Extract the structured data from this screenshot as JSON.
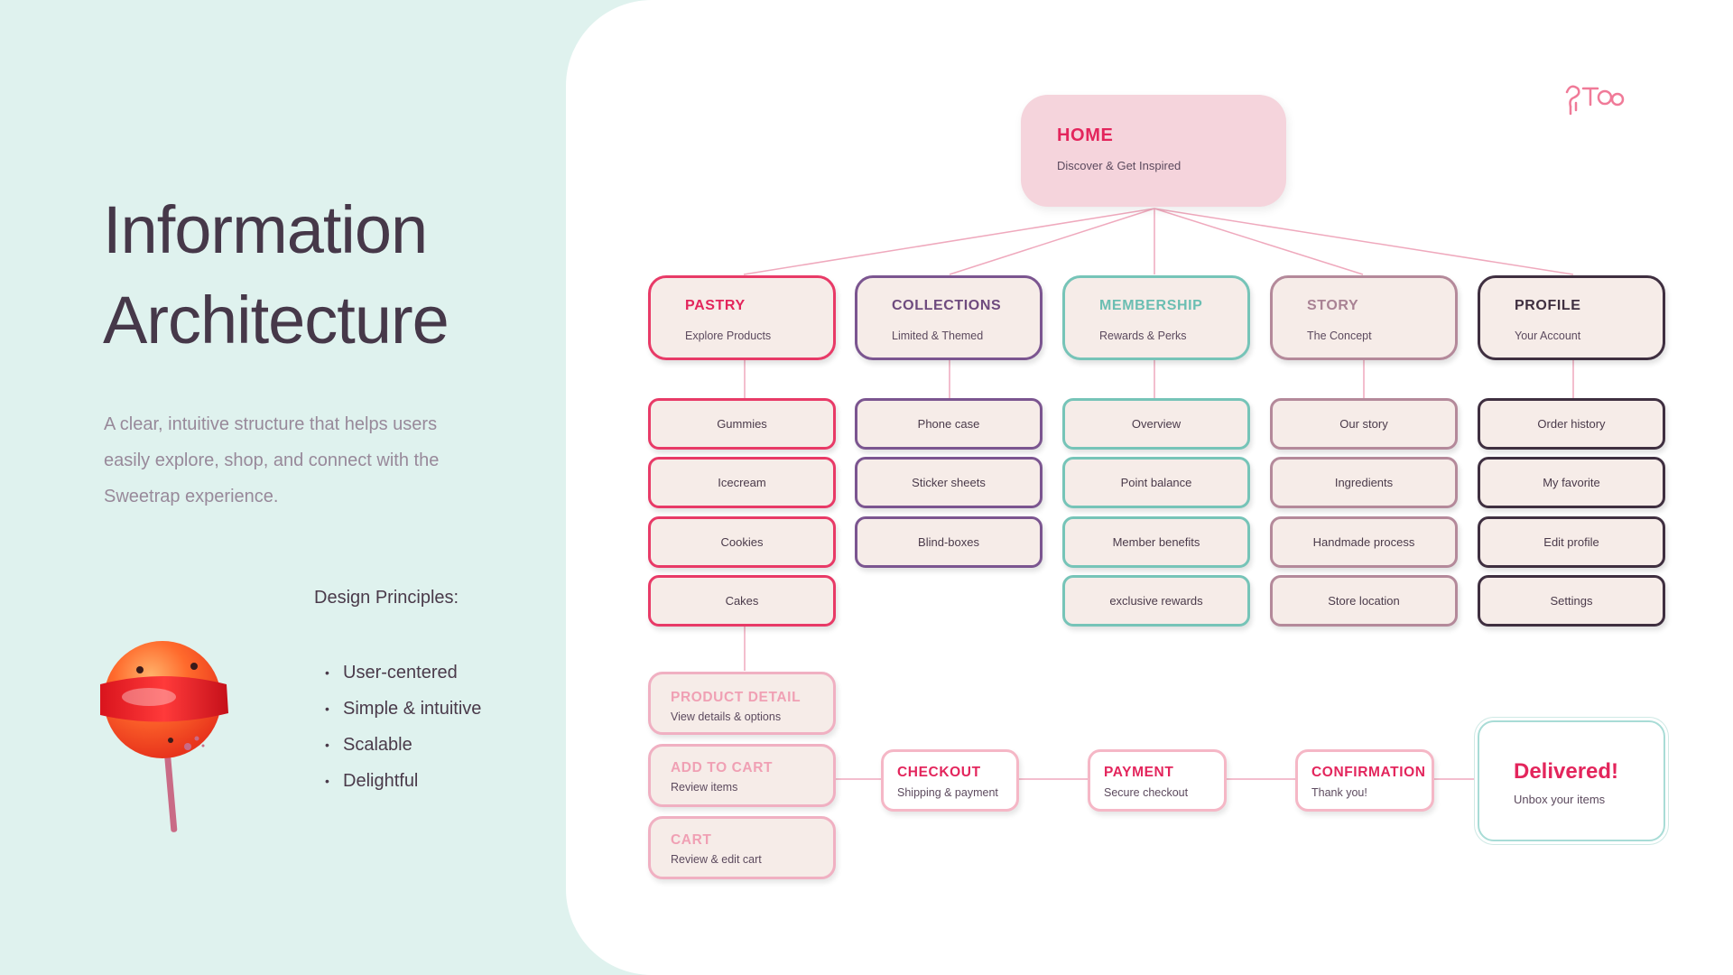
{
  "left": {
    "title_line1": "Information",
    "title_line2": "Architecture",
    "description": "A clear, intuitive structure that helps users easily explore, shop, and connect with the Sweetrap experience.",
    "principles_title": "Design Principles:",
    "principles": [
      "User-centered",
      "Simple & intuitive",
      "Scalable",
      "Delightful"
    ]
  },
  "home": {
    "title": "HOME",
    "subtitle": "Discover & Get Inspired"
  },
  "sections": [
    {
      "title": "PASTRY",
      "subtitle": "Explore Products",
      "items": [
        "Gummies",
        "Icecream",
        "Cookies",
        "Cakes"
      ]
    },
    {
      "title": "COLLECTIONS",
      "subtitle": "Limited & Themed",
      "items": [
        "Phone case",
        "Sticker sheets",
        "Blind-boxes"
      ]
    },
    {
      "title": "MEMBERSHIP",
      "subtitle": "Rewards & Perks",
      "items": [
        "Overview",
        "Point balance",
        "Member benefits",
        "exclusive rewards"
      ]
    },
    {
      "title": "STORY",
      "subtitle": "The Concept",
      "items": [
        "Our story",
        "Ingredients",
        "Handmade process",
        "Store location"
      ]
    },
    {
      "title": "PROFILE",
      "subtitle": "Your Account",
      "items": [
        "Order history",
        "My favorite",
        "Edit profile",
        "Settings"
      ]
    }
  ],
  "purchase_stack": [
    {
      "title": "PRODUCT DETAIL",
      "subtitle": "View details & options"
    },
    {
      "title": "ADD TO CART",
      "subtitle": "Review items"
    },
    {
      "title": "CART",
      "subtitle": "Review & edit cart"
    }
  ],
  "checkout_flow": [
    {
      "title": "CHECKOUT",
      "subtitle": "Shipping & payment"
    },
    {
      "title": "PAYMENT",
      "subtitle": "Secure checkout"
    },
    {
      "title": "CONFIRMATION",
      "subtitle": "Thank you!"
    }
  ],
  "delivered": {
    "title": "Delivered!",
    "subtitle": "Unbox your items"
  },
  "colors": {
    "pastry": "#e83a67",
    "collections": "#7b5590",
    "membership": "#76c4b8",
    "story": "#b4899a",
    "profile": "#3f2f40",
    "connector": "#efa9bd",
    "background": "#dff2ee"
  },
  "icons": [
    "lollipop-icon",
    "sweetrap-logo"
  ]
}
